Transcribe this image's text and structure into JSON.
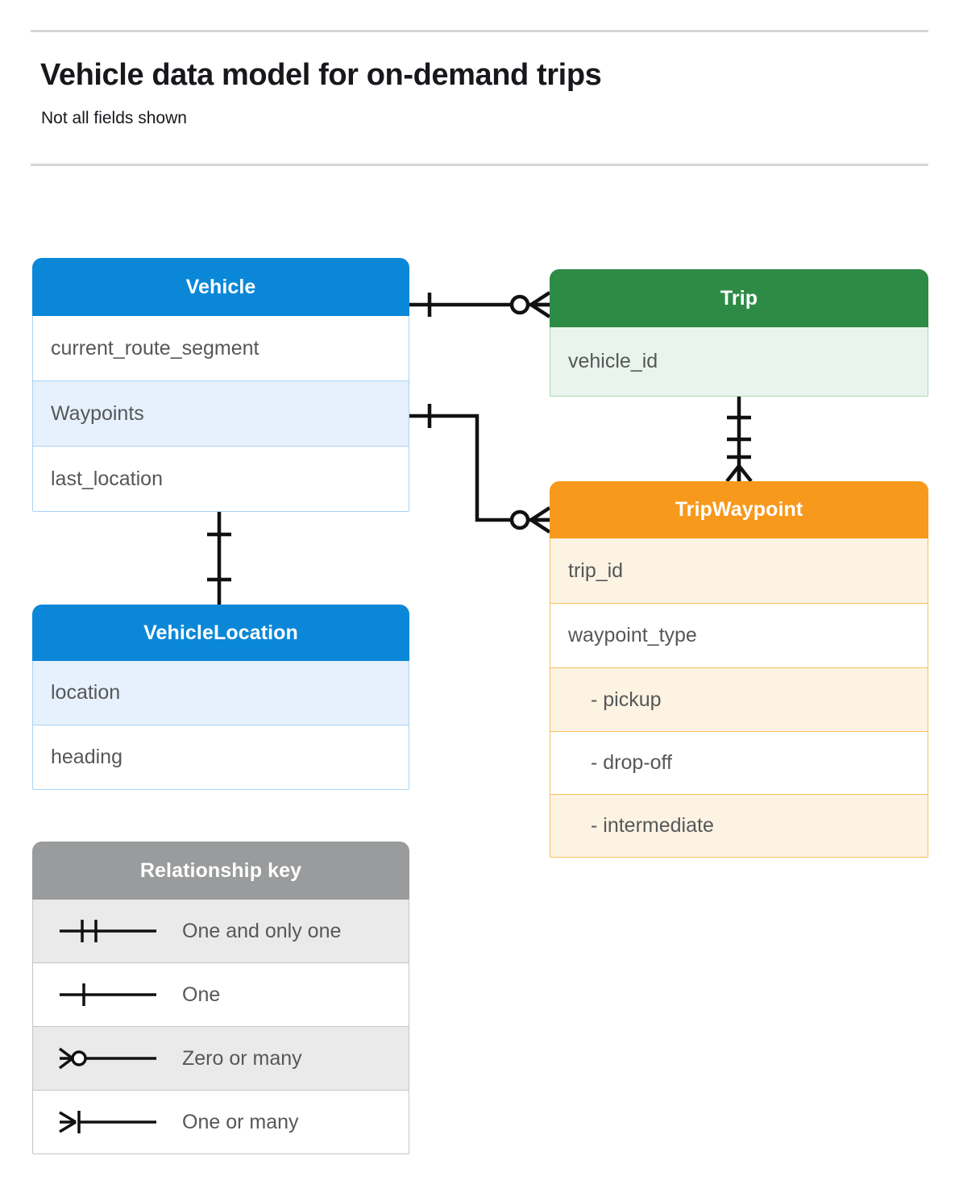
{
  "header": {
    "title": "Vehicle data model for on-demand trips",
    "subtitle": "Not all fields shown"
  },
  "entities": [
    {
      "id": "vehicle",
      "name": "Vehicle",
      "color": "#0b87d8",
      "row_fill": "#e7f1fd",
      "border": "#a8d3f5",
      "fields": [
        {
          "label": "current_route_segment"
        },
        {
          "label": "Waypoints"
        },
        {
          "label": "last_location"
        }
      ]
    },
    {
      "id": "trip",
      "name": "Trip",
      "color": "#2e8b46",
      "row_fill": "#e9f4ec",
      "border": "#aad8b6",
      "fields": [
        {
          "label": "vehicle_id"
        }
      ]
    },
    {
      "id": "tripwaypoint",
      "name": "TripWaypoint",
      "color": "#f7991c",
      "row_fill": "#fdf3e3",
      "border": "#f9bf5e",
      "fields": [
        {
          "label": "trip_id"
        },
        {
          "label": "waypoint_type"
        },
        {
          "label": "-  pickup"
        },
        {
          "label": "-  drop-off"
        },
        {
          "label": "-  intermediate"
        }
      ]
    },
    {
      "id": "vehiclelocation",
      "name": "VehicleLocation",
      "color": "#0b87d8",
      "row_fill": "#e7f1fd",
      "border": "#a8d3f5",
      "fields": [
        {
          "label": "location"
        },
        {
          "label": "heading"
        }
      ]
    }
  ],
  "legend": {
    "title": "Relationship key",
    "color": "#999b9d",
    "items": [
      {
        "symbol": "one-and-only-one",
        "label": "One and only one"
      },
      {
        "symbol": "one",
        "label": "One"
      },
      {
        "symbol": "zero-or-many",
        "label": "Zero or many"
      },
      {
        "symbol": "one-or-many",
        "label": "One or many"
      }
    ]
  },
  "relationships": [
    {
      "id": "vehicle-to-trip",
      "from": "Vehicle",
      "to": "Trip",
      "from_cardinality": "one",
      "to_cardinality": "zero-or-many"
    },
    {
      "id": "vehicle-waypoints-to-tripwaypoint",
      "from": "Vehicle.Waypoints",
      "to": "TripWaypoint",
      "from_cardinality": "one",
      "to_cardinality": "zero-or-many"
    },
    {
      "id": "trip-to-tripwaypoint",
      "from": "Trip",
      "to": "TripWaypoint",
      "from_cardinality": "one-and-only-one",
      "to_cardinality": "one-or-many"
    },
    {
      "id": "vehicle-to-vehiclelocation",
      "from": "Vehicle",
      "to": "VehicleLocation",
      "from_cardinality": "one",
      "to_cardinality": "one"
    }
  ],
  "stroke": "#111111"
}
